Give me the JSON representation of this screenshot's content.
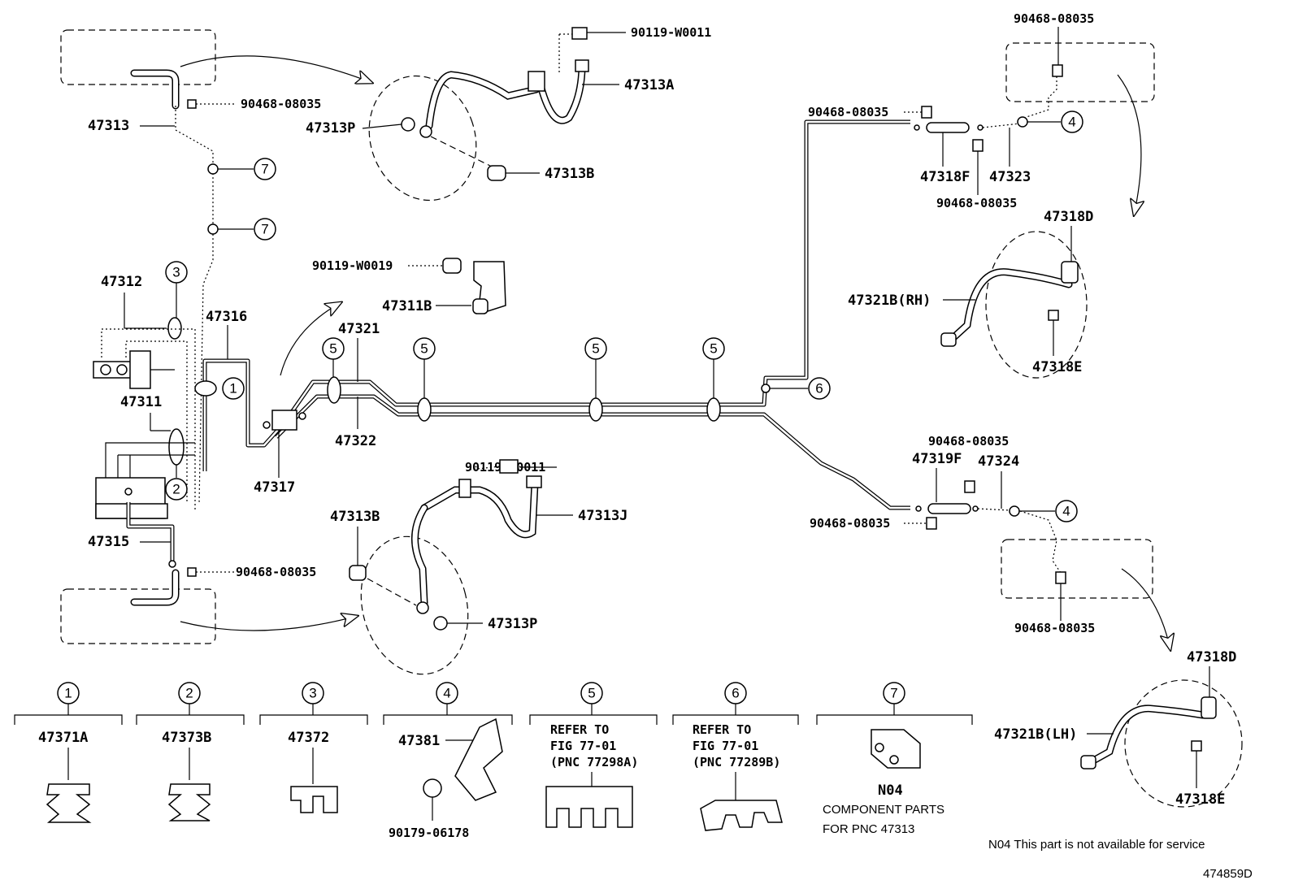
{
  "part_numbers": {
    "p47313": "47313",
    "p47313A": "47313A",
    "p47313P_top": "47313P",
    "p47313B_top": "47313B",
    "p47313B_bot": "47313B",
    "p47313J": "47313J",
    "p47313P_bot": "47313P",
    "p47312": "47312",
    "p47311": "47311",
    "p47311B": "47311B",
    "p47316": "47316",
    "p47321": "47321",
    "p47322": "47322",
    "p47317": "47317",
    "p47315": "47315",
    "p47318F": "47318F",
    "p47323": "47323",
    "p47318D_top": "47318D",
    "p47321B_RH": "47321B(RH)",
    "p47318E_top": "47318E",
    "p47319F": "47319F",
    "p47324": "47324",
    "p47318D_bot": "47318D",
    "p47321B_LH": "47321B(LH)",
    "p47318E_bot": "47318E",
    "c90119_W0011_top": "90119-W0011",
    "c90119_W0019": "90119-W0019",
    "c90119_W0011_bot": "90119-W0011",
    "c90468_a": "90468-08035",
    "c90468_b": "90468-08035",
    "c90468_c": "90468-08035",
    "c90468_d": "90468-08035",
    "c90468_e": "90468-08035",
    "c90468_f": "90468-08035",
    "c90468_g": "90468-08035",
    "c90468_h": "90468-08035"
  },
  "callouts": {
    "c1": "1",
    "c2": "2",
    "c3": "3",
    "c4": "4",
    "c5": "5",
    "c6": "6",
    "c7": "7"
  },
  "legend": {
    "l1": {
      "num": "1",
      "part": "47371A"
    },
    "l2": {
      "num": "2",
      "part": "47373B"
    },
    "l3": {
      "num": "3",
      "part": "47372"
    },
    "l4": {
      "num": "4",
      "part": "47381",
      "sub": "90179-06178"
    },
    "l5": {
      "num": "5",
      "line1": "REFER TO",
      "line2": "FIG 77-01",
      "line3": "(PNC 77298A)"
    },
    "l6": {
      "num": "6",
      "line1": "REFER TO",
      "line2": "FIG 77-01",
      "line3": "(PNC 77289B)"
    },
    "l7": {
      "num": "7",
      "part": "N04",
      "desc1": "COMPONENT PARTS",
      "desc2": "FOR PNC 47313"
    }
  },
  "footer": {
    "note": "N04 This part is not available for service",
    "code": "474859D"
  }
}
